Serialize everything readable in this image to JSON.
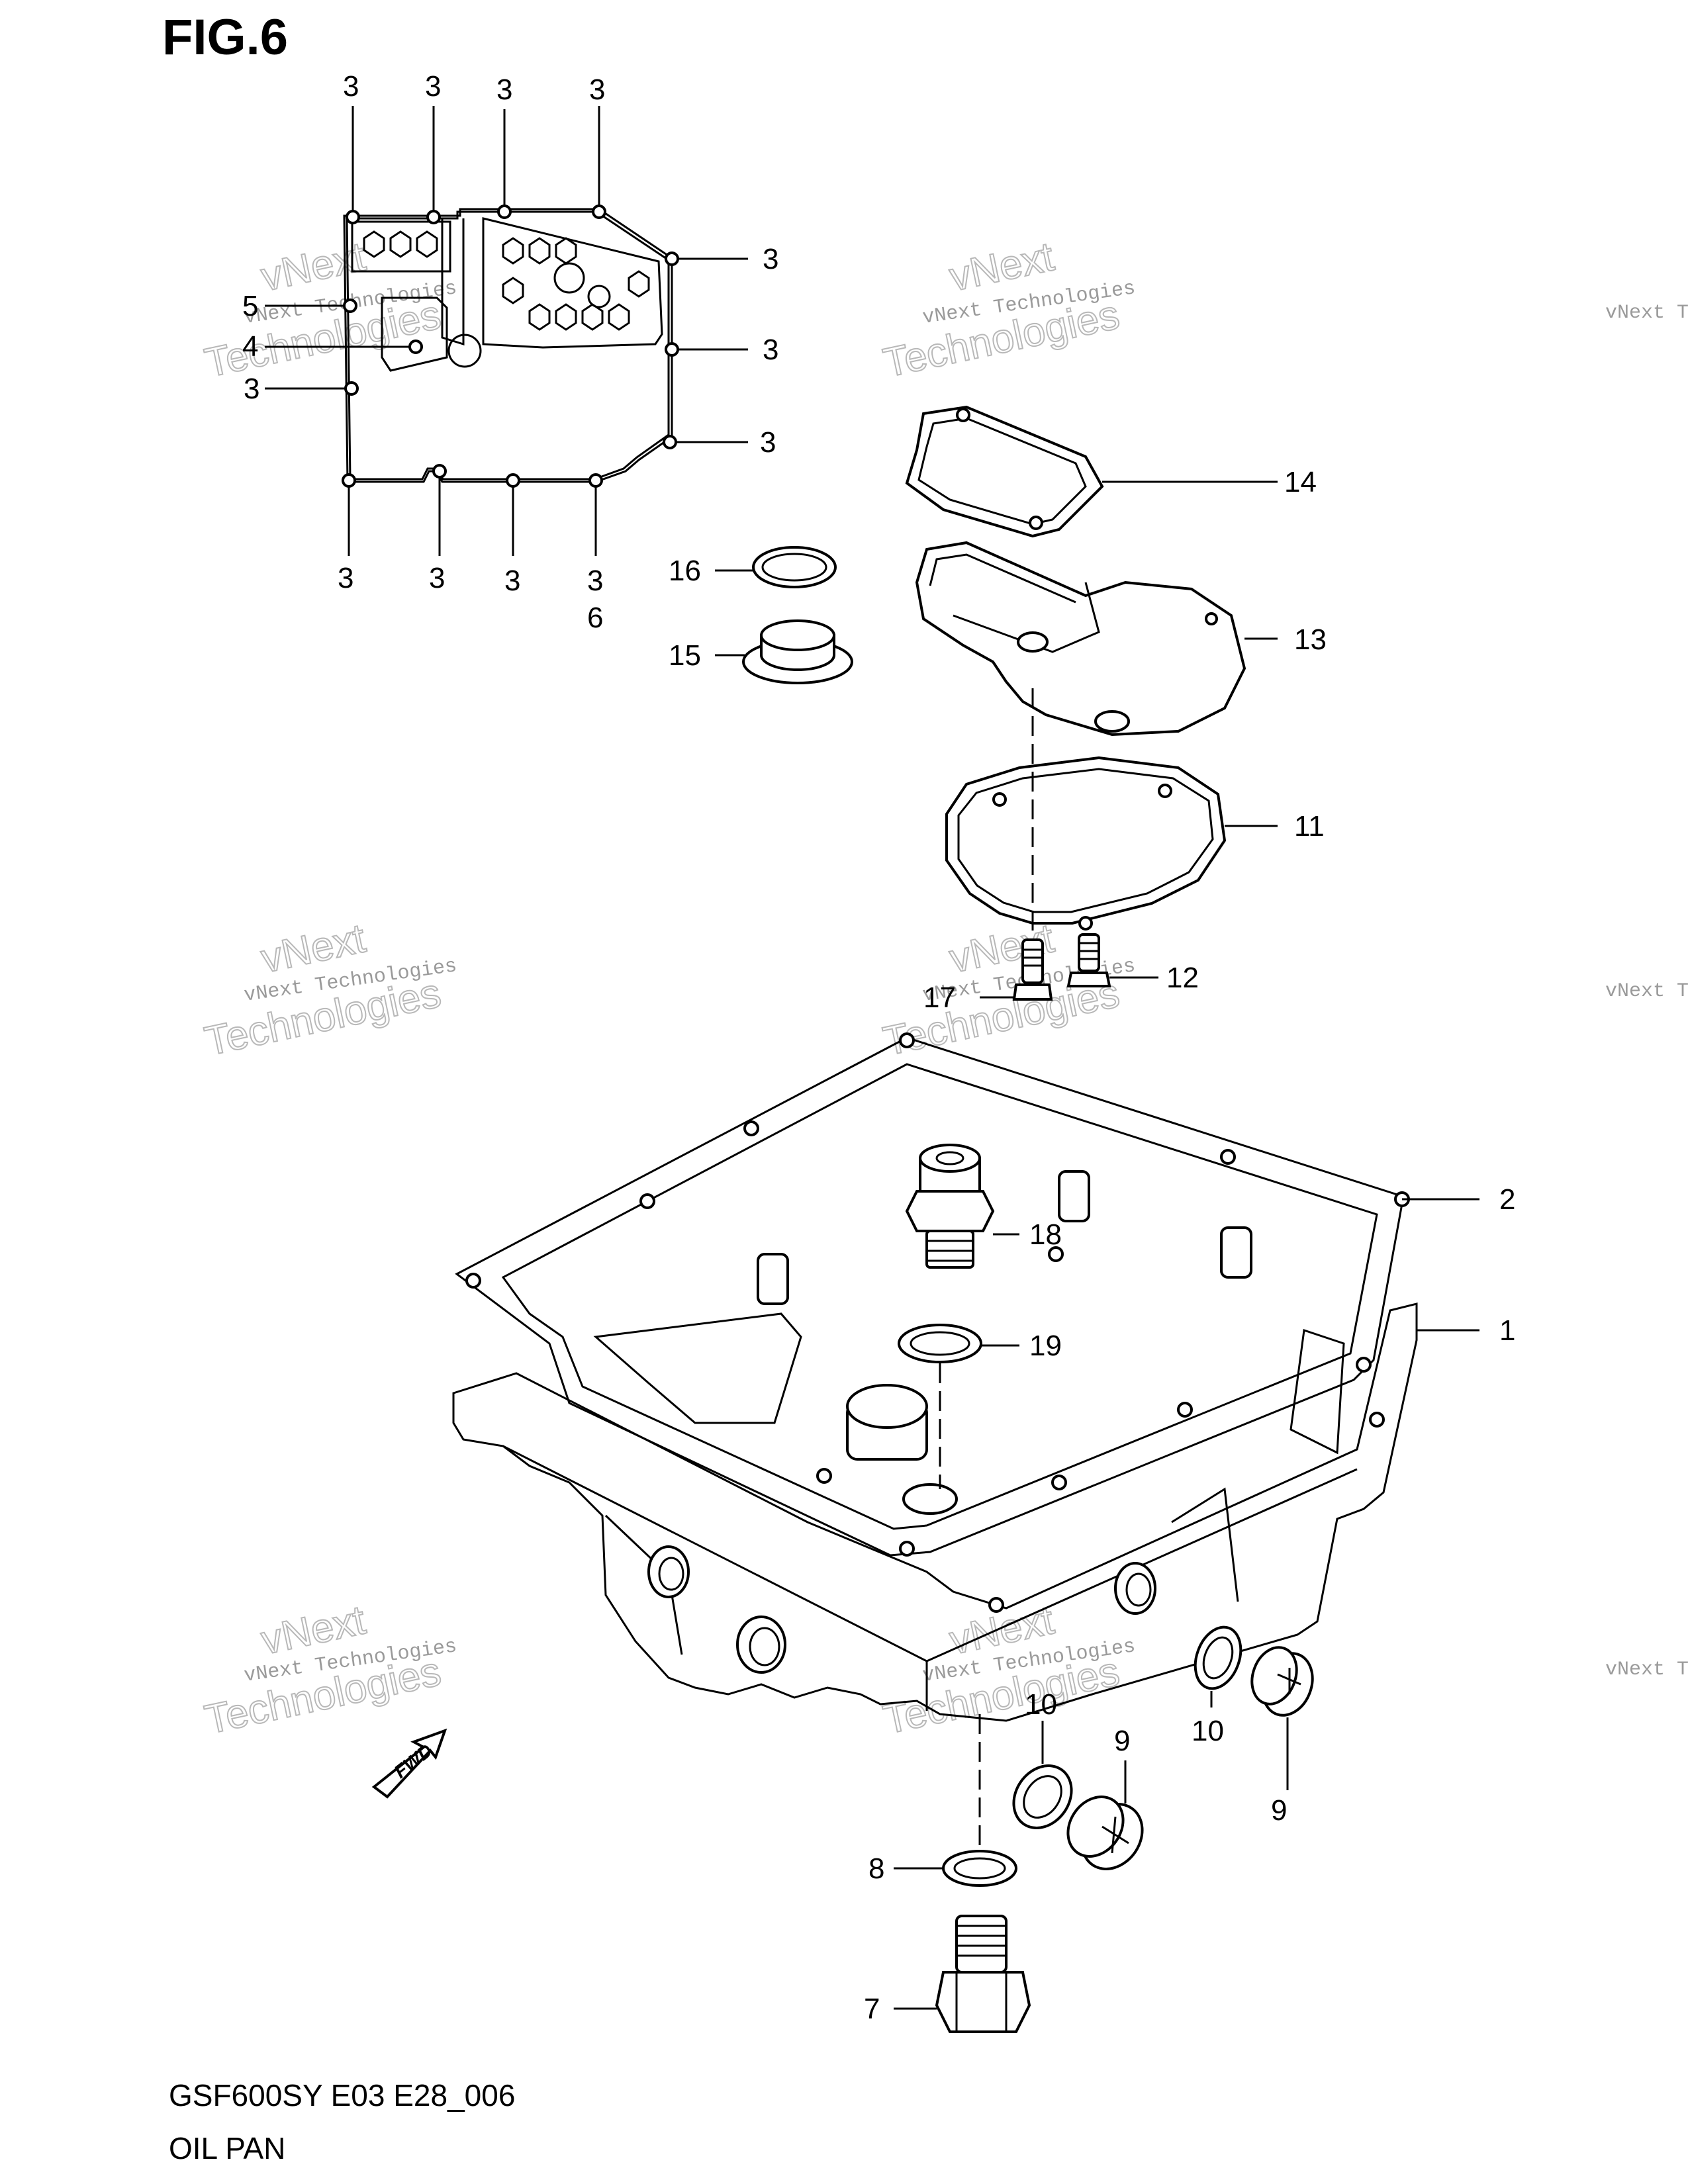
{
  "figure": {
    "title": "FIG.6"
  },
  "footer": {
    "model_code": "GSF600SY E03 E28_006",
    "section_name": "OIL PAN"
  },
  "watermark": {
    "line1": "vNext Technologies",
    "line2": "vNext",
    "line3": "Technologies"
  },
  "fwd_marker": "FWD",
  "callouts": {
    "c3_a": "3",
    "c3_b": "3",
    "c3_c": "3",
    "c3_d": "3",
    "c3_e": "3",
    "c3_f": "3",
    "c3_g": "3",
    "c3_h": "3",
    "c3_i": "3",
    "c3_j": "3",
    "c3_k": "3",
    "c3_l": "3",
    "c4": "4",
    "c5": "5",
    "c6": "6",
    "c1": "1",
    "c2": "2",
    "c7": "7",
    "c8": "8",
    "c9_a": "9",
    "c9_b": "9",
    "c10_a": "10",
    "c10_b": "10",
    "c11": "11",
    "c12": "12",
    "c13": "13",
    "c14": "14",
    "c15": "15",
    "c16": "16",
    "c17": "17",
    "c18": "18",
    "c19": "19"
  }
}
